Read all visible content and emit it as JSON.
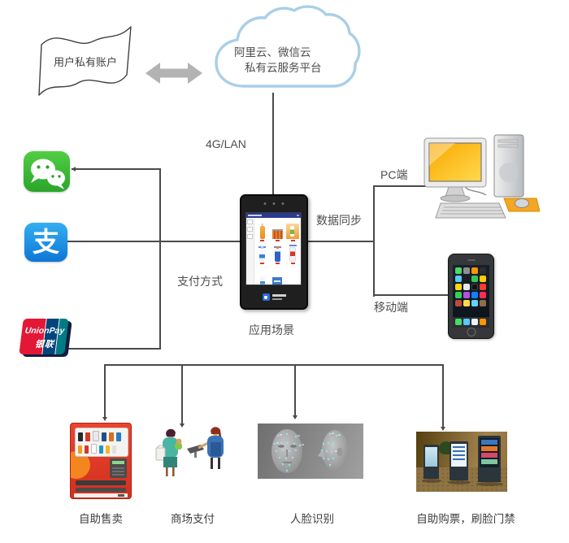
{
  "flag": {
    "label": "用户私有账户",
    "icon": "wavy-banner-shape"
  },
  "cloud": {
    "line1": "阿里云、微信云",
    "line2": "私有云服务平台",
    "icon": "cloud-shape"
  },
  "links": {
    "network": "4G/LAN",
    "payment_method": "支付方式",
    "application_scenario": "应用场景",
    "data_sync": "数据同步",
    "pc": "PC端",
    "mobile": "移动端"
  },
  "payments": {
    "wechat": {
      "icon": "wechat-pay-icon"
    },
    "alipay": {
      "icon": "alipay-icon",
      "glyph": "支"
    },
    "unionpay": {
      "icon": "unionpay-icon",
      "brand": "UnionPay",
      "brand_cn": "银联"
    }
  },
  "device": {
    "icon": "self-service-kiosk-tablet",
    "screen_products": [
      "orange-drink-bottle",
      "orange-cans-pack",
      "orange-juice-tile",
      "water-bottle",
      "blue-vitamin-drink",
      "clear-bottle-red-label",
      "small-water-bottle",
      "blue-pack"
    ]
  },
  "endpoints": {
    "pc_icon": "desktop-computer-image",
    "mobile_icon": "smartphone-image"
  },
  "scenarios": [
    {
      "label": "自助售卖",
      "icon": "vending-machine-image"
    },
    {
      "label": "商场支付",
      "icon": "mall-checkout-image"
    },
    {
      "label": "人脸识别",
      "icon": "face-recognition-image"
    },
    {
      "label": "自助购票，刷脸门禁",
      "icon": "ticket-kiosk-image"
    }
  ],
  "colors": {
    "line": "#4A4A4A",
    "text": "#4D4D4D",
    "cloud_stroke": "#A9CFE6",
    "arrow_gray": "#B3B3B3",
    "wechat_green": "#2DAE2D",
    "alipay_blue": "#1297DB",
    "unionpay_red": "#E21836",
    "unionpay_blue": "#00447C",
    "unionpay_teal": "#007B84",
    "vending_red": "#D22F1E",
    "pc_screen_orange": "#F7A800"
  }
}
